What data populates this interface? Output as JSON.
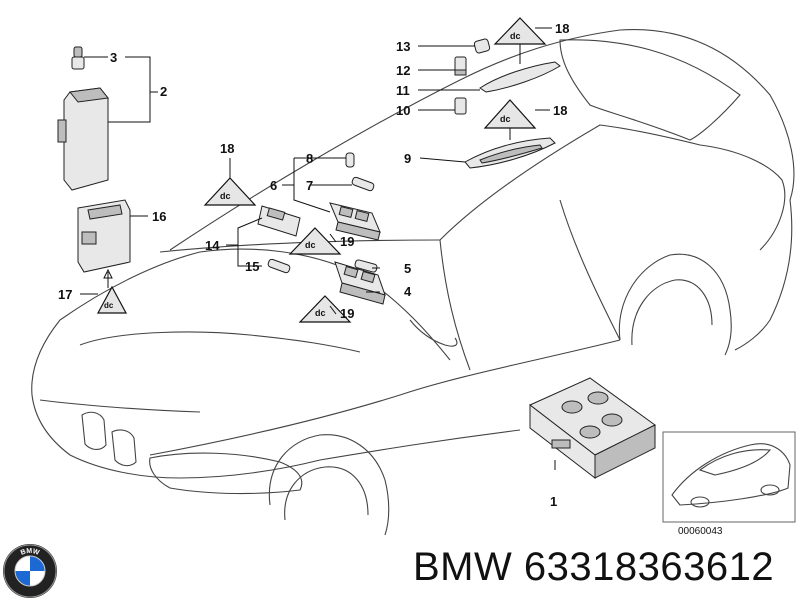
{
  "callouts": {
    "c1": "1",
    "c2": "2",
    "c3": "3",
    "c4": "4",
    "c5": "5",
    "c6": "6",
    "c7": "7",
    "c8": "8",
    "c9": "9",
    "c10": "10",
    "c11": "11",
    "c12": "12",
    "c13": "13",
    "c14": "14",
    "c15": "15",
    "c16": "16",
    "c17": "17",
    "c18a": "18",
    "c18b": "18",
    "c18c": "18",
    "c19a": "19",
    "c19b": "19"
  },
  "inset": {
    "code": "00060043"
  },
  "brand": {
    "logo_text": "BMW",
    "caption": "BMW 63318363612"
  },
  "colors": {
    "line": "#444444",
    "text": "#111111",
    "part_fill": "#e8e8e8",
    "logo_blue": "#1c69d4"
  }
}
